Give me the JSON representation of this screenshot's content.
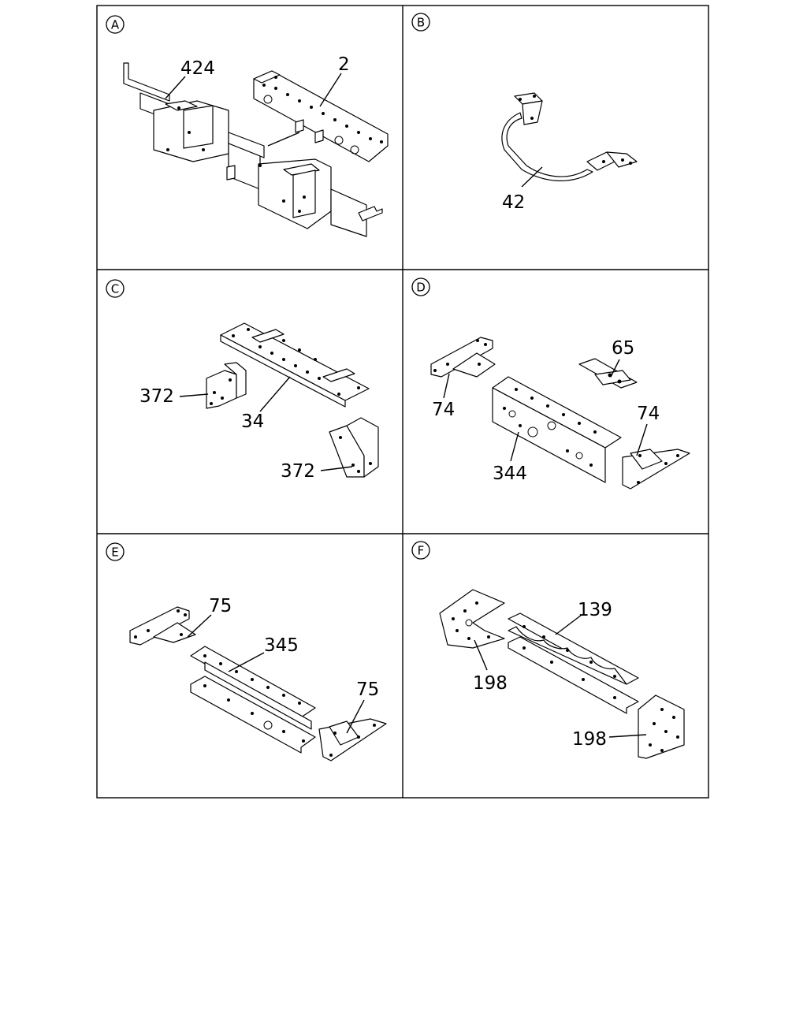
{
  "panels": [
    {
      "id": "A",
      "parts": [
        "424",
        "2"
      ]
    },
    {
      "id": "B",
      "parts": [
        "42"
      ]
    },
    {
      "id": "C",
      "parts": [
        "372",
        "34",
        "372"
      ]
    },
    {
      "id": "D",
      "parts": [
        "65",
        "74",
        "74",
        "344"
      ]
    },
    {
      "id": "E",
      "parts": [
        "75",
        "345",
        "75"
      ]
    },
    {
      "id": "F",
      "parts": [
        "139",
        "198",
        "198"
      ]
    }
  ]
}
